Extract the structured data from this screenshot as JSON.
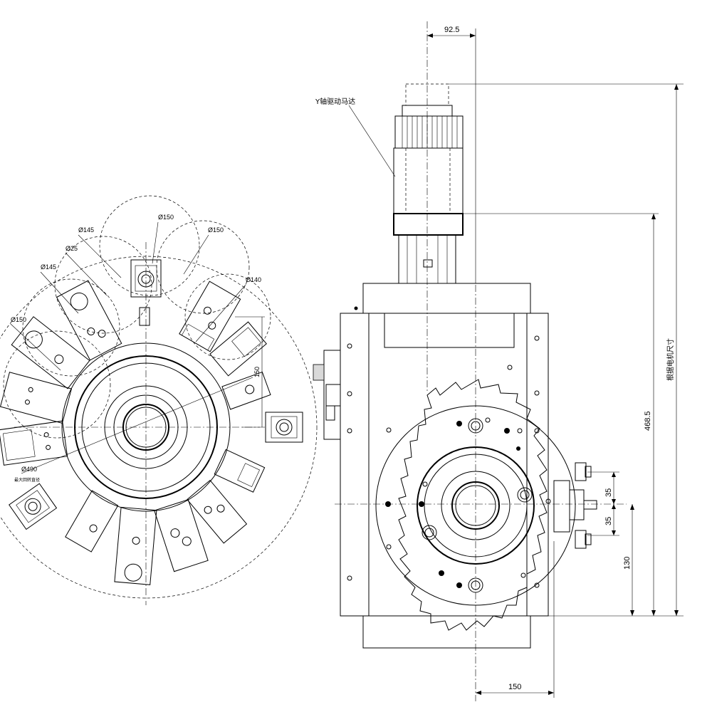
{
  "left_view": {
    "labels": {
      "d150_top": "Ø150",
      "d150_right": "Ø150",
      "d145_upper": "Ø145",
      "d25": "Ø25",
      "d145_left": "Ø145",
      "d150_left": "Ø150",
      "d140": "Ø140",
      "dim_150": "150",
      "d490": "Ø490",
      "d490_note": "最大回转直径"
    }
  },
  "right_view": {
    "labels": {
      "dim_92_5": "92.5",
      "motor_note": "Y轴驱动马达",
      "dim_468_5": "468.5",
      "motor_size_note": "根据电机尺寸",
      "dim_35_upper": "35",
      "dim_35_lower": "35",
      "dim_130": "130",
      "dim_150_bottom": "150"
    }
  }
}
